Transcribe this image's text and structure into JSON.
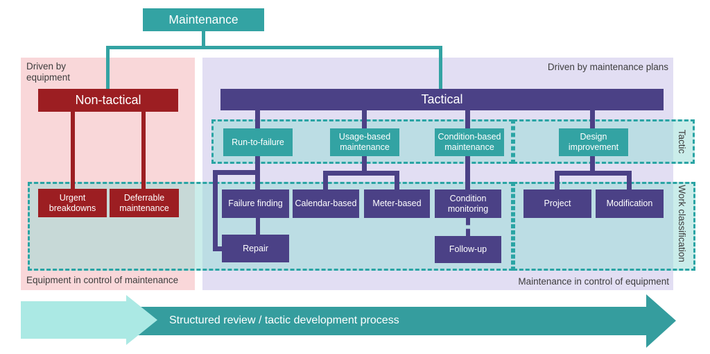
{
  "title": "Maintenance classification diagram",
  "nodes": {
    "maintenance": "Maintenance",
    "non_tactical": "Non-tactical",
    "tactical": "Tactical",
    "urgent_breakdowns": "Urgent breakdowns",
    "deferrable_maintenance": "Deferrable maintenance",
    "run_to_failure": "Run-to-failure",
    "usage_based": "Usage-based maintenance",
    "condition_based": "Condition-based maintenance",
    "design_improvement": "Design improvement",
    "failure_finding": "Failure finding",
    "calendar_based": "Calendar-based",
    "meter_based": "Meter-based",
    "condition_monitoring": "Condition monitoring",
    "project": "Project",
    "modification": "Modification",
    "repair": "Repair",
    "follow_up": "Follow-up"
  },
  "regions": {
    "left_label": "Driven by equipment",
    "right_label": "Driven by maintenance plans",
    "left_footer": "Equipment in control of maintenance",
    "right_footer": "Maintenance in control of equipment",
    "tactic_band_label": "Tactic",
    "work_band_label": "Work classification"
  },
  "arrow": {
    "label": "Structured review / tactic development process"
  },
  "colors": {
    "teal": "#33a3a3",
    "teal-border": "#2aa4a4",
    "band-fill": "rgba(150, 219, 213, 0.5)",
    "red": "#9c1e22",
    "purple": "#4b4186",
    "pink": "#f9d7d9",
    "lavender": "#e2def3",
    "text-dark": "#3d3d3d",
    "arrow-dark": "#359d9e",
    "arrow-light": "#abe9e4"
  }
}
